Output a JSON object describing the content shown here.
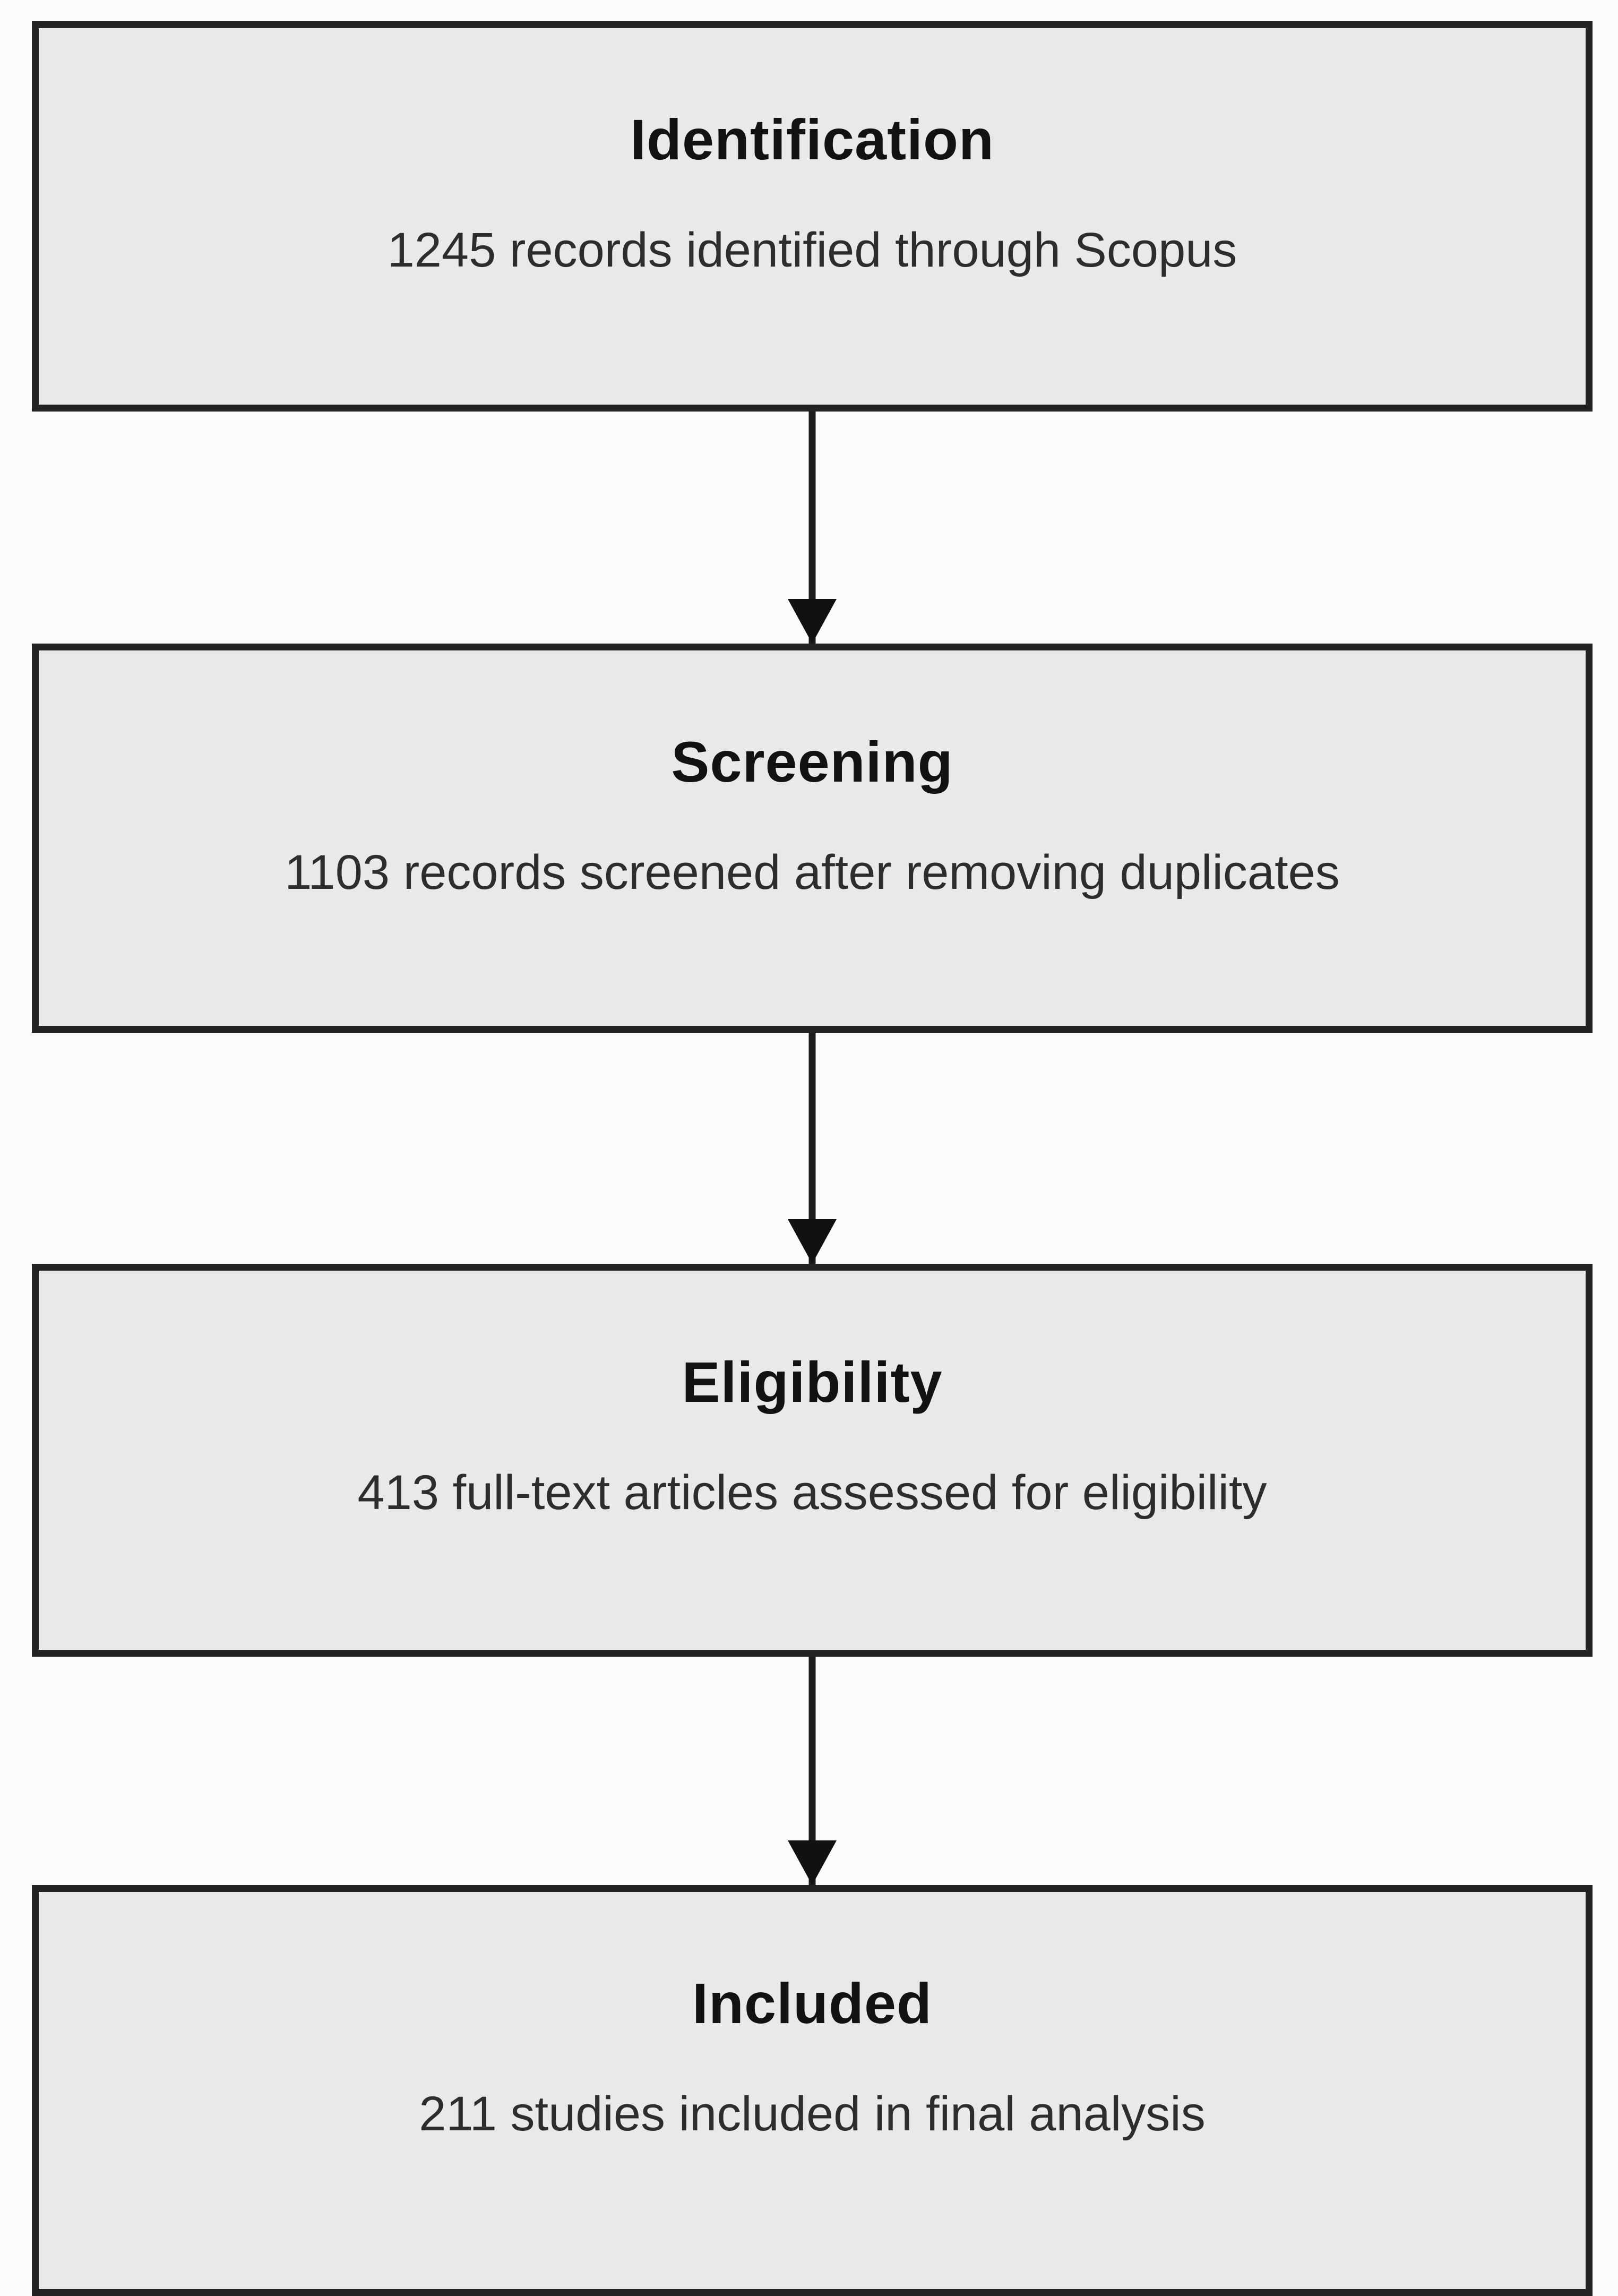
{
  "diagram": {
    "type": "prisma-flowchart",
    "colors": {
      "background": "#fcfcfc",
      "box_fill": "#e9e9e9",
      "box_border": "#232323",
      "title_text": "#121212",
      "detail_text": "#2d2d2d",
      "arrow": "#1c1c1c"
    },
    "stages": [
      {
        "id": "identification",
        "title": "Identification",
        "detail": "1245 records identified through Scopus"
      },
      {
        "id": "screening",
        "title": "Screening",
        "detail": "1103 records screened after removing duplicates"
      },
      {
        "id": "eligibility",
        "title": "Eligibility",
        "detail": "413 full-text articles assessed for eligibility"
      },
      {
        "id": "included",
        "title": "Included",
        "detail": "211 studies included in final analysis"
      }
    ]
  }
}
